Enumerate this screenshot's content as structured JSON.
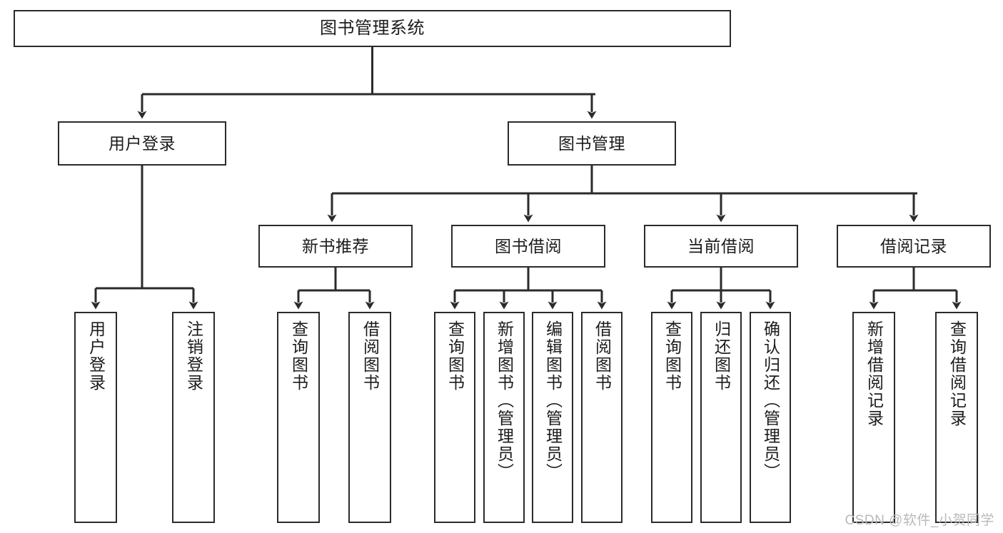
{
  "diagram": {
    "title": "图书管理系统",
    "watermark": "CSDN @软件_小贺同学",
    "colors": {
      "background": "#ffffff",
      "node_border": "#2b2b2b",
      "node_fill": "#ffffff",
      "edge": "#2b2b2b",
      "text": "#1c1c1c",
      "watermark": "#b9b9b9"
    },
    "nodes": {
      "root": {
        "label": "图书管理系统"
      },
      "level2": [
        {
          "label": "用户登录"
        },
        {
          "label": "图书管理"
        }
      ],
      "level3": [
        {
          "label": "新书推荐"
        },
        {
          "label": "图书借阅"
        },
        {
          "label": "当前借阅"
        },
        {
          "label": "借阅记录"
        }
      ],
      "leaves": {
        "user_login": [
          {
            "label": "用户登录"
          },
          {
            "label": "注销登录"
          }
        ],
        "new_book_recommend": [
          {
            "label": "查询图书"
          },
          {
            "label": "借阅图书"
          }
        ],
        "book_borrow": [
          {
            "label": "查询图书"
          },
          {
            "label": "新增图书（管理员）"
          },
          {
            "label": "编辑图书（管理员）"
          },
          {
            "label": "借阅图书"
          }
        ],
        "current_borrow": [
          {
            "label": "查询图书"
          },
          {
            "label": "归还图书"
          },
          {
            "label": "确认归还（管理员）"
          }
        ],
        "borrow_record": [
          {
            "label": "新增借阅记录"
          },
          {
            "label": "查询借阅记录"
          }
        ]
      }
    }
  }
}
